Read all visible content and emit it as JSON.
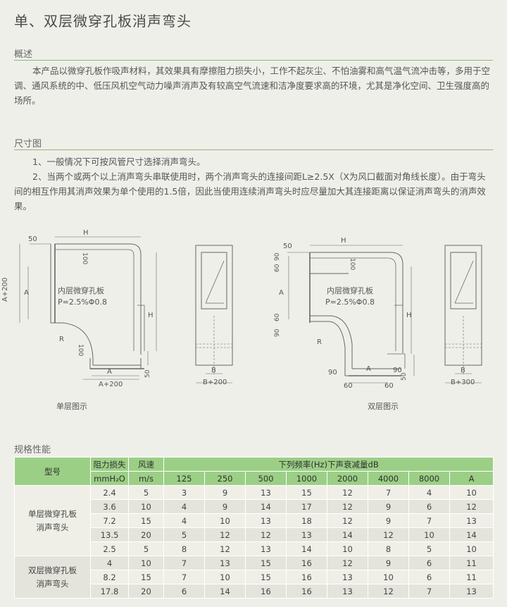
{
  "title": "单、双层微穿孔板消声弯头",
  "overview": {
    "heading": "概述",
    "text": "本产品以微穿孔板作吸声材料，其效果具有摩擦阻力损失小，工作不起灰尘、不怕油雾和高气温气流冲击等，多用于空调、通风系统的中、低压风机空气动力噪声消声及有较高空气流速和洁净度要求高的环境，尤其是净化空间、卫生强度高的场所。"
  },
  "dimensions": {
    "heading": "尺寸图",
    "notes": [
      "1、一般情况下可按风管尺寸选择消声弯头。",
      "2、当两个或两个以上消声弯头串联使用时，两个消声弯头的连接间距L≥2.5X（X为风口截面对角线长度）。由于弯头间的相互作用其消声效果为单个使用的1.5倍，因此当使用连续消声弯头时应尽量加大其连接距离以保证消声弯头的消声效果。"
    ]
  },
  "diagram_labels": {
    "single": {
      "caption": "单层图示",
      "inner_label": "内层微穿孔板",
      "perforation": "P=2.5%Φ0.8",
      "dims": {
        "d50_top": "50",
        "H_top": "H",
        "d100": "100",
        "A_plus_200": "A+200",
        "A_left": "A",
        "R": "R",
        "d100_bottom": "100",
        "A_bottom": "A",
        "A_plus_200_bottom": "A+200",
        "H_right": "H",
        "d50_right": "50",
        "B": "B",
        "B_plus_200": "B+200"
      }
    },
    "double": {
      "caption": "双层图示",
      "inner_label": "内层微穿孔板",
      "perforation": "P=2.5%Φ0.8",
      "dims": {
        "d50_top": "50",
        "H_top": "H",
        "d60": "60",
        "d90": "90",
        "d100": "100",
        "A_left": "A",
        "d60_lower": "60",
        "d90_lower": "90",
        "R": "R",
        "d90_bottom_left": "90",
        "d60_bottom_left": "60",
        "A_bottom": "A",
        "d60_bottom_right": "60",
        "d90_right": "90",
        "d50_right": "50",
        "H_right": "H",
        "B": "B",
        "B_plus_300": "B+300"
      }
    }
  },
  "specs": {
    "heading": "规格性能",
    "headers": {
      "model": "型号",
      "resistance": "阻力损失",
      "resistance_unit": "mmH₂O",
      "velocity": "风速",
      "velocity_unit": "m/s",
      "attenuation": "下列频率(Hz)下声衰减量dB",
      "freqs": [
        "125",
        "250",
        "500",
        "1000",
        "2000",
        "4000",
        "8000",
        "A"
      ]
    },
    "groups": [
      {
        "model": "单层微穿孔板消声弯头",
        "rows": [
          {
            "resistance": "2.4",
            "velocity": "5",
            "values": [
              "3",
              "9",
              "13",
              "15",
              "12",
              "7",
              "4",
              "10"
            ]
          },
          {
            "resistance": "3.6",
            "velocity": "10",
            "values": [
              "4",
              "9",
              "14",
              "17",
              "12",
              "9",
              "6",
              "12"
            ]
          },
          {
            "resistance": "7.2",
            "velocity": "15",
            "values": [
              "4",
              "10",
              "13",
              "18",
              "12",
              "9",
              "7",
              "13"
            ]
          },
          {
            "resistance": "13.5",
            "velocity": "20",
            "values": [
              "5",
              "12",
              "12",
              "13",
              "14",
              "12",
              "10",
              "14"
            ]
          },
          {
            "resistance": "2.5",
            "velocity": "5",
            "values": [
              "8",
              "12",
              "13",
              "14",
              "10",
              "8",
              "5",
              "10"
            ]
          }
        ]
      },
      {
        "model": "双层微穿孔板消声弯头",
        "rows": [
          {
            "resistance": "4",
            "velocity": "10",
            "values": [
              "7",
              "13",
              "15",
              "16",
              "12",
              "9",
              "6",
              "11"
            ]
          },
          {
            "resistance": "8.2",
            "velocity": "15",
            "values": [
              "7",
              "10",
              "15",
              "16",
              "13",
              "10",
              "6",
              "11"
            ]
          },
          {
            "resistance": "17.8",
            "velocity": "20",
            "values": [
              "6",
              "14",
              "16",
              "16",
              "13",
              "12",
              "7",
              "13"
            ]
          }
        ]
      }
    ]
  }
}
